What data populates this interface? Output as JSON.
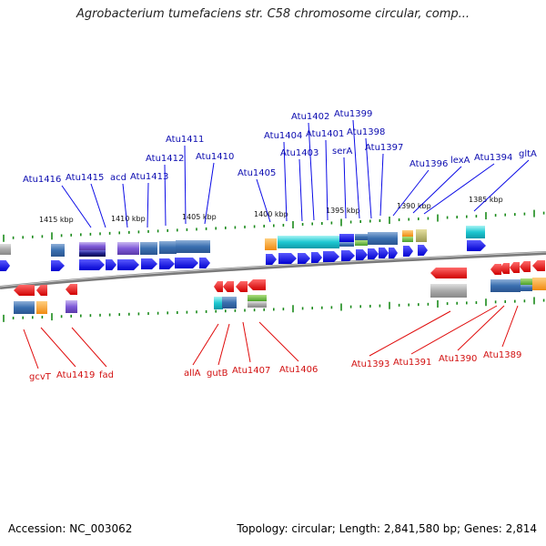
{
  "title": "Agrobacterium tumefaciens str. C58 chromosome circular, comp...",
  "footer": {
    "accession": "Accession: NC_003062",
    "summary": "Topology: circular; Length: 2,841,580 bp; Genes: 2,814"
  },
  "scale_labels": [
    "1415 kbp",
    "1410 kbp",
    "1405 kbp",
    "1400 kbp",
    "1395 kbp",
    "1390 kbp",
    "1385 kbp"
  ],
  "genes_top": [
    "Atu1416",
    "Atu1415",
    "acd",
    "Atu1413",
    "Atu1412",
    "Atu1411",
    "Atu1410",
    "Atu1405",
    "Atu1404",
    "Atu1403",
    "Atu1402",
    "Atu1401",
    "serA",
    "Atu1399",
    "Atu1398",
    "Atu1397",
    "Atu1396",
    "lexA",
    "Atu1394",
    "gltA"
  ],
  "genes_bottom": [
    "gcvT",
    "Atu1419",
    "fad",
    "allA",
    "gutB",
    "Atu1407",
    "Atu1406",
    "Atu1393",
    "Atu1391",
    "Atu1390",
    "Atu1389"
  ],
  "colors": {
    "forward_gene": "#0a0ae6",
    "reverse_gene": "#e00a0a",
    "label_forward": "#0b0bb0",
    "label_reverse": "#d21010",
    "tick": "#1a8a1a",
    "backbone": "#7a7a7a"
  }
}
